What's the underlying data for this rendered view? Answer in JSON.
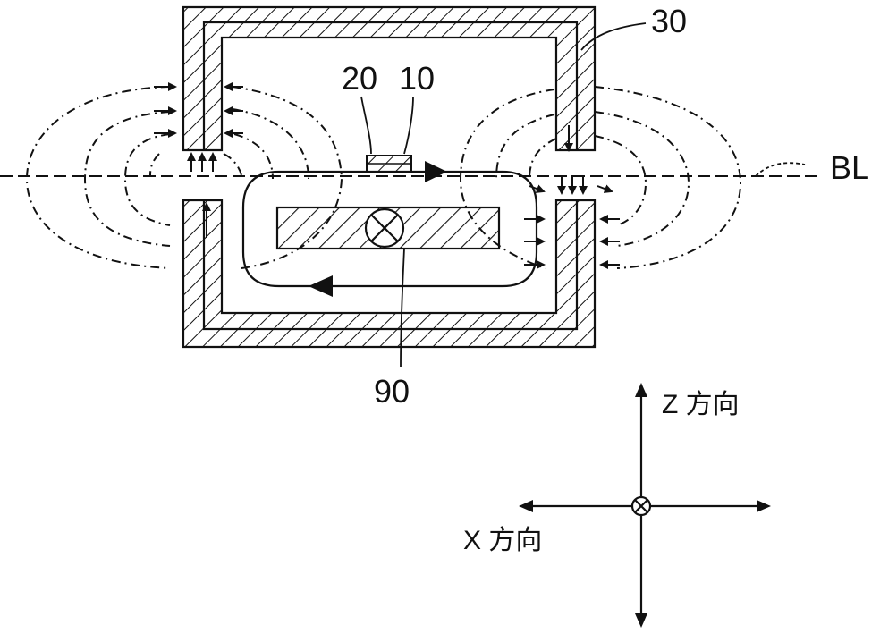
{
  "labels": {
    "core": "30",
    "element_a": "20",
    "element_b": "10",
    "conductor": "90",
    "baseline": "BL"
  },
  "axes": {
    "z_label": "Z 方向",
    "x_label": "X 方向"
  },
  "colors": {
    "ink": "#111111",
    "background": "#ffffff"
  }
}
